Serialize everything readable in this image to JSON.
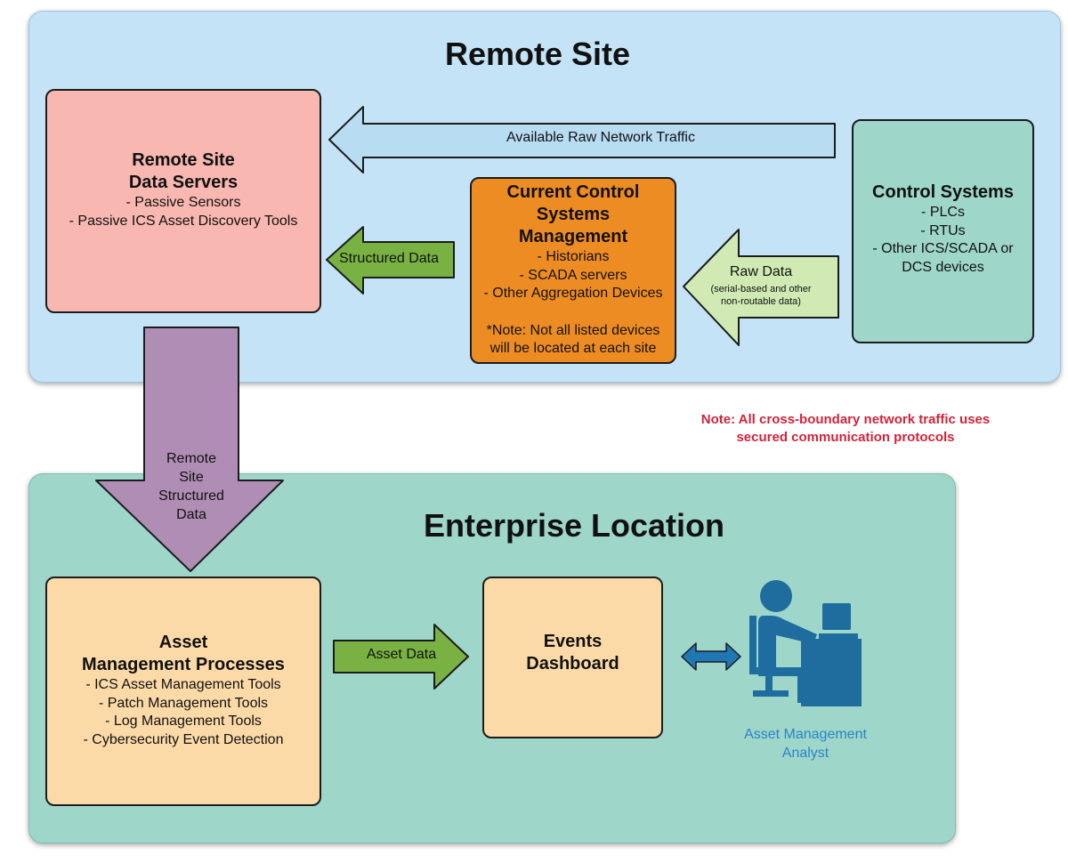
{
  "regions": {
    "remote_site": {
      "title": "Remote Site"
    },
    "enterprise": {
      "title": "Enterprise Location"
    }
  },
  "boxes": {
    "remote_servers": {
      "title_lines": [
        "Remote Site",
        "Data Servers"
      ],
      "items": [
        "- Passive Sensors",
        "- Passive ICS Asset Discovery Tools"
      ]
    },
    "control_mgmt": {
      "title_lines": [
        "Current Control",
        "Systems",
        "Management"
      ],
      "items": [
        "- Historians",
        "- SCADA servers",
        "- Other Aggregation Devices"
      ],
      "note_lines": [
        "*Note: Not all listed devices",
        "will be located at each site"
      ]
    },
    "control_systems": {
      "title": "Control Systems",
      "items": [
        "- PLCs",
        "- RTUs",
        "- Other ICS/SCADA or",
        "DCS devices"
      ]
    },
    "asset_mgmt": {
      "title_lines": [
        "Asset",
        "Management Processes"
      ],
      "items": [
        "- ICS Asset Management Tools",
        "- Patch Management Tools",
        "- Log Management Tools",
        "- Cybersecurity Event Detection"
      ]
    },
    "events_dashboard": {
      "title_lines": [
        "Events",
        "Dashboard"
      ]
    }
  },
  "arrows": {
    "raw_traffic": {
      "label": "Available Raw Network Traffic"
    },
    "structured": {
      "label": "Structured Data"
    },
    "raw_data": {
      "label": "Raw Data",
      "sublines": [
        "(serial-based and other",
        "non-routable data)"
      ]
    },
    "remote_structured": {
      "label_lines": [
        "Remote",
        "Site",
        "Structured",
        "Data"
      ]
    },
    "asset_data": {
      "label": "Asset Data"
    }
  },
  "note": {
    "lines": [
      "Note: All cross-boundary network traffic uses",
      "secured communication protocols"
    ]
  },
  "analyst": {
    "caption_lines": [
      "Asset Management",
      "Analyst"
    ],
    "icon": "person-at-computer-icon"
  },
  "colors": {
    "remote_bg": "#c4e3f6",
    "enterprise_bg": "#9ed6ca",
    "note": "#d0243a",
    "analyst": "#1f6d9f"
  }
}
